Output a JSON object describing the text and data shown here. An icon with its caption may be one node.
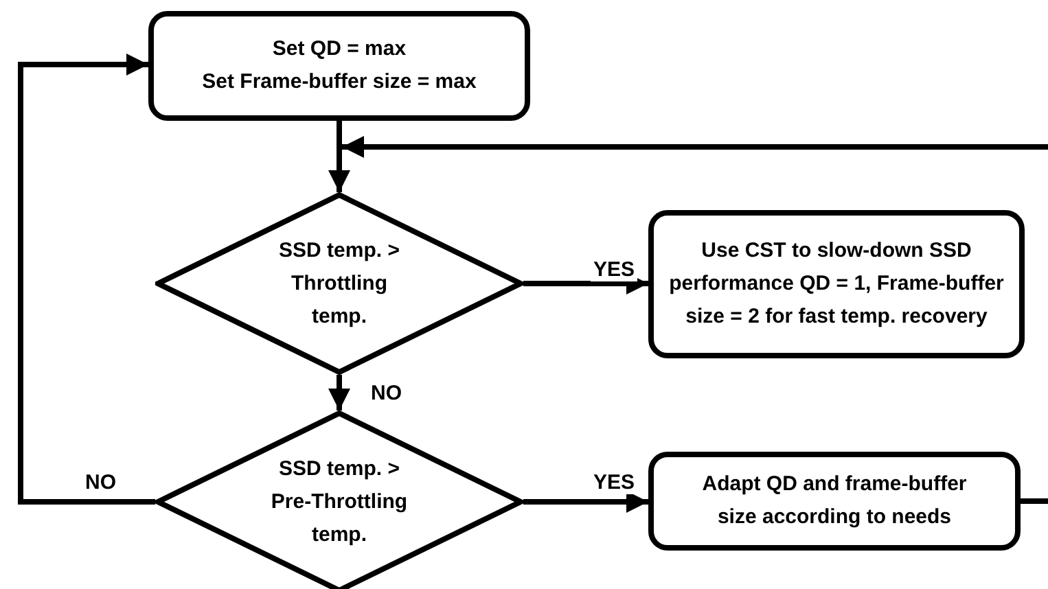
{
  "diagram": {
    "nodes": [
      {
        "text": [
          "Set QD = max",
          "Set Frame-buffer size = max"
        ]
      },
      {
        "text": [
          "SSD temp. > Throttling temp."
        ]
      },
      {
        "text": [
          "Use CST to slow-down SSD performance QD = 1, Frame-buffer size = 2 for fast temp. recovery"
        ]
      },
      {
        "text": [
          "SSD temp. > Pre-Throttling temp."
        ]
      },
      {
        "text": [
          "Adapt QD and frame-buffer size according to needs"
        ]
      }
    ],
    "edges": [
      {
        "from": 0,
        "to": 1,
        "arrow": "to"
      },
      {
        "from": 1,
        "to": 2,
        "arrow": "to",
        "label": "YES"
      },
      {
        "from": 1,
        "to": 3,
        "arrow": "to",
        "label": "NO"
      },
      {
        "from": 3,
        "to": 0,
        "arrow": "to",
        "label": "NO"
      },
      {
        "from": 3,
        "to": 4,
        "arrow": "to",
        "label": "YES"
      },
      {
        "from": 4,
        "to": null,
        "arrow": "none"
      },
      {
        "from": null,
        "to": 1,
        "arrow": "to"
      }
    ]
  }
}
